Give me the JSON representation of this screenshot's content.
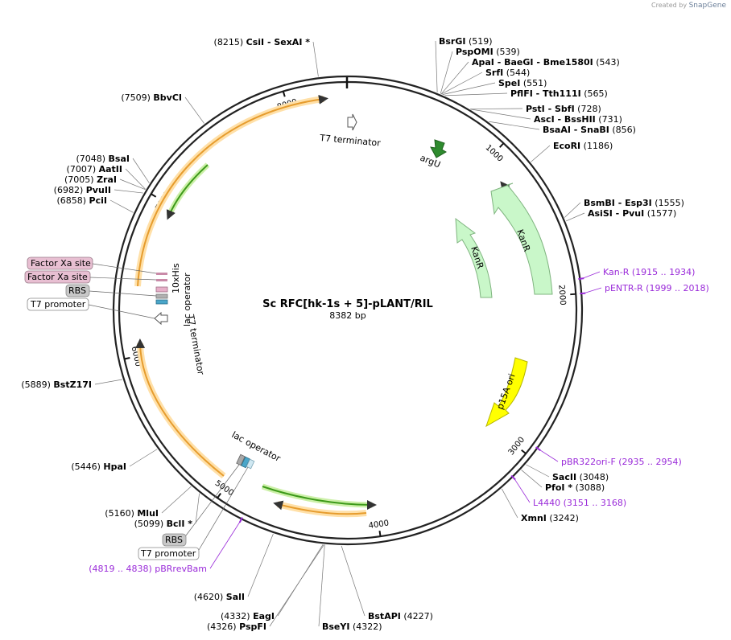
{
  "brand": {
    "created_by": "Created by",
    "logo": "SnapGene"
  },
  "plasmid": {
    "name": "Sc RFC[hk-1s + 5]-pLANT/RIL",
    "size": "8382 bp",
    "length": 8382
  },
  "ticks": [
    "1000",
    "2000",
    "3000",
    "4000",
    "5000",
    "6000",
    "7000",
    "8000"
  ],
  "sites": [
    {
      "pos": "(519)",
      "name": "BsrGI"
    },
    {
      "pos": "(539)",
      "name": "PspOMI"
    },
    {
      "pos": "(543)",
      "name": "ApaI   -  BaeGI   -  Bme1580I"
    },
    {
      "pos": "(544)",
      "name": "SrfI"
    },
    {
      "pos": "(551)",
      "name": "SpeI"
    },
    {
      "pos": "(565)",
      "name": "PflFI   -  Tth111I"
    },
    {
      "pos": "(728)",
      "name": "PstI   -  SbfI"
    },
    {
      "pos": "(731)",
      "name": "AscI   -  BssHII"
    },
    {
      "pos": "(856)",
      "name": "BsaAI   -  SnaBI"
    },
    {
      "pos": "(1186)",
      "name": "EcoRI"
    },
    {
      "pos": "(1555)",
      "name": "BsmBI   -  Esp3I"
    },
    {
      "pos": "(1577)",
      "name": "AsiSI   -  PvuI"
    },
    {
      "pos": "(3048)",
      "name": "SacII"
    },
    {
      "pos": "(3088)",
      "name": "PfoI *"
    },
    {
      "pos": "(3242)",
      "name": "XmnI"
    },
    {
      "pos": "(4227)",
      "name": "BstAPI"
    },
    {
      "pos": "(4322)",
      "name": "BseYI"
    },
    {
      "pos": "(4326)",
      "name": "PspFI"
    },
    {
      "pos": "(4332)",
      "name": "EagI"
    },
    {
      "pos": "(4620)",
      "name": "SalI"
    },
    {
      "pos": "(5099)",
      "name": "BclI *"
    },
    {
      "pos": "(5160)",
      "name": "MluI"
    },
    {
      "pos": "(5446)",
      "name": "HpaI"
    },
    {
      "pos": "(5889)",
      "name": "BstZ17I"
    },
    {
      "pos": "(6858)",
      "name": "PciI"
    },
    {
      "pos": "(6982)",
      "name": "PvuII"
    },
    {
      "pos": "(7005)",
      "name": "ZraI"
    },
    {
      "pos": "(7007)",
      "name": "AatII"
    },
    {
      "pos": "(7048)",
      "name": "BsaI"
    },
    {
      "pos": "(7509)",
      "name": "BbvCI"
    },
    {
      "pos": "(8215)",
      "name": "CsiI   -  SexAI *"
    }
  ],
  "primers": [
    {
      "name": "Kan-R",
      "range": "(1915 .. 1934)"
    },
    {
      "name": "pENTR-R",
      "range": "(1999 .. 2018)"
    },
    {
      "name": "pBR322ori-F",
      "range": "(2935 .. 2954)"
    },
    {
      "name": "L4440",
      "range": "(3151 .. 3168)"
    },
    {
      "name": "pBRrevBam",
      "range": "(4819 .. 4838)"
    }
  ],
  "features": {
    "t7_terminator_top": "T7 terminator",
    "argU": "argU",
    "kanR_outer": "KanR",
    "kanR_inner": "KanR",
    "p15a_ori": "p15A ori",
    "his_tag": "10xHis",
    "lac_operator_left": "lac operator",
    "t7_terminator_left": "T7 terminator",
    "lac_operator_bottom": "lac operator"
  },
  "boxed_labels": {
    "factor_xa_1": "Factor Xa site",
    "factor_xa_2": "Factor Xa site",
    "rbs_left": "RBS",
    "t7_promoter_left": "T7 promoter",
    "rbs_bottom": "RBS",
    "t7_promoter_bottom": "T7 promoter"
  },
  "colors": {
    "backbone": "#222222",
    "orf_fill": "#ffe0a8",
    "orf_stroke": "#e69c2e",
    "green_arrow": "#3d9a1a",
    "kanR_fill": "#c9f7c9",
    "kanR_stroke": "#7fb47f",
    "p15a_fill": "#ffff00",
    "argU_fill": "#2e8b2e",
    "primer": "#9a2bd9",
    "factor_xa_bg": "#e8bfd2",
    "rbs_bg": "#c8c8c8"
  }
}
